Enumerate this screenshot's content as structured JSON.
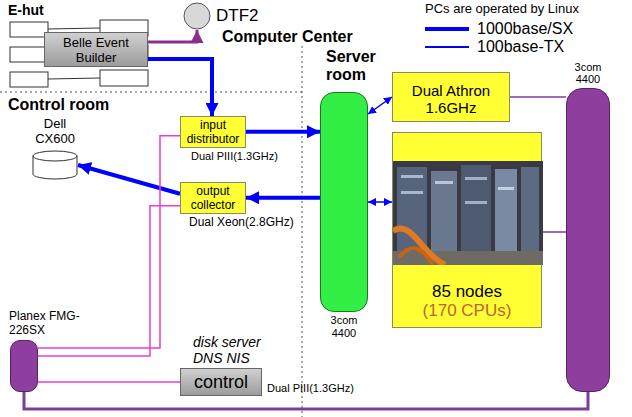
{
  "diagram": {
    "nodes": [
      {
        "text": [
          "Belle Event Builder"
        ]
      },
      {
        "text": [
          "DTF2"
        ]
      },
      {
        "text": [
          "Dual Athron 1.6GHz"
        ]
      },
      {
        "text": [
          "3com 4400"
        ]
      },
      {
        "text": [
          "input distributor",
          "Dual PIII(1.3GHz)"
        ]
      },
      {
        "text": [
          "Dell CX600"
        ]
      },
      {
        "text": [
          "output collector",
          "Dual Xeon(2.8GHz)"
        ]
      },
      {
        "text": [
          "3com 4400"
        ]
      },
      {
        "text": [
          "85 nodes",
          "(170 CPUs)"
        ]
      },
      {
        "text": [
          "Planex FMG-226SX"
        ]
      },
      {
        "text": [
          "disk server DNS NIS",
          "control",
          "Dual PIII(1.3GHz)"
        ]
      }
    ],
    "edges": [
      {
        "from": 0,
        "to": 1,
        "arrow": "to"
      },
      {
        "from": 0,
        "to": 4,
        "arrow": "to"
      },
      {
        "from": 4,
        "to": 7,
        "arrow": "to"
      },
      {
        "from": 7,
        "to": 6,
        "arrow": "to"
      },
      {
        "from": 6,
        "to": 5,
        "arrow": "to"
      },
      {
        "from": 7,
        "to": 2,
        "arrow": "both"
      },
      {
        "from": 7,
        "to": 8,
        "arrow": "both"
      },
      {
        "from": 2,
        "to": 3,
        "arrow": "none"
      },
      {
        "from": 8,
        "to": 3,
        "arrow": "none"
      },
      {
        "from": 9,
        "to": 4,
        "arrow": "none"
      },
      {
        "from": 9,
        "to": 6,
        "arrow": "none"
      },
      {
        "from": 9,
        "to": 10,
        "arrow": "none"
      },
      {
        "from": 9,
        "to": 3,
        "arrow": "none"
      }
    ],
    "labels": [
      "E-hut",
      "Computer Center",
      "PCs are operated by Linux",
      "Server room",
      "Control room"
    ],
    "legend": [
      {
        "text": "1000base/SX"
      },
      {
        "text": "100base-TX"
      }
    ]
  }
}
